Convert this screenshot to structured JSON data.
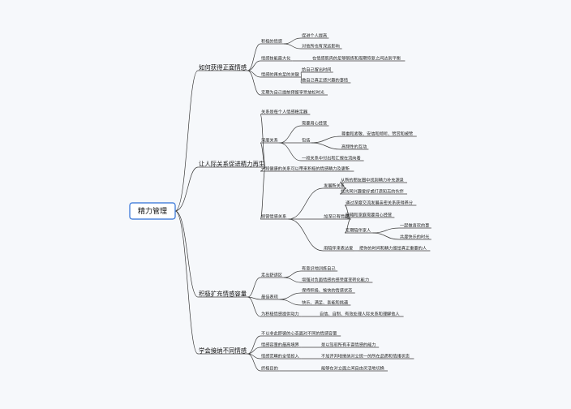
{
  "root": {
    "label": "精力管理",
    "children": [
      {
        "label": "如何获得正面情感",
        "children": [
          {
            "label": "积极的情感",
            "children": [
              {
                "label": "促进个人提高"
              },
              {
                "label": "对他所也有深远影响"
              }
            ]
          },
          {
            "label": "情感技能最大化",
            "children": [
              {
                "label": "在情感肌肉的足够锻练和周期恢复之间达到平衡"
              }
            ]
          },
          {
            "label": "情感的再充足的关键",
            "children": [
              {
                "label": "给自己留出时间"
              },
              {
                "label": "做自己真正感兴趣的事情"
              }
            ]
          },
          {
            "label": "定期为自己提前预留享受放松时光"
          }
        ]
      },
      {
        "label": "让人际关系促进精力再生",
        "children": [
          {
            "label": "关系是每个人情感稳定器"
          },
          {
            "label": "深度关系",
            "children": [
              {
                "label": "需要用心经营"
              },
              {
                "label": "包括",
                "children": [
                  {
                    "label": "尊重和素敬、安信和倾听、赞赏和被赞"
                  },
                  {
                    "label": "高频性的互动"
                  }
                ]
              },
              {
                "label": "一段关系中付出和汇报在流向着"
              }
            ]
          },
          {
            "label": "一段健康的关系可以带来积极的情感精力及更新"
          },
          {
            "label": "经营情感关系",
            "children": [
              {
                "label": "发展新关系",
                "children": [
                  {
                    "label": "从新的朋友圈中找到精力补充源泉"
                  },
                  {
                    "label": "找共同兴趣爱好或打造知志的伙伴"
                  }
                ]
              },
              {
                "label": "加深已有情感",
                "children": [
                  {
                    "label": "通过深度交流发展亲密关系获得养分"
                  },
                  {
                    "label": "暗箱和家庭需要用心经营"
                  },
                  {
                    "label": "定期陪伴家人",
                    "children": [
                      {
                        "label": "一起做喜欢的事"
                      },
                      {
                        "label": "共度快乐的时光"
                      }
                    ]
                  }
                ]
              },
              {
                "label": "用陪伴来表达爱",
                "children": [
                  {
                    "label": "把你的时间和精力留给真正重要的人"
                  }
                ]
              }
            ]
          }
        ]
      },
      {
        "label": "积极扩充情感容量",
        "children": [
          {
            "label": "走出舒适区",
            "children": [
              {
                "label": "有意识地训练自己"
              },
              {
                "label": "增强对负面情感的感受度变转化能力"
              }
            ]
          },
          {
            "label": "最佳表现",
            "children": [
              {
                "label": "保持积极、愉快的情感状态"
              },
              {
                "label": "快乐、满足、喜能和挑遇"
              }
            ]
          },
          {
            "label": "为积极情感提供动力",
            "children": [
              {
                "label": "自信、自制、有效处理人际关系和理解他人"
              }
            ]
          }
        ]
      },
      {
        "label": "学会接纳不同情感",
        "children": [
          {
            "label": "不以非此即彼的心态面对不同的情感容量"
          },
          {
            "label": "情感容量的最高境界",
            "children": [
              {
                "label": "是以驾驭所有丰富情感的能力"
              }
            ]
          },
          {
            "label": "情感范畴的全情投入",
            "children": [
              {
                "label": "不加评判地接纳对立统一的所在品质和情绪状态"
              }
            ]
          },
          {
            "label": "终极目的",
            "children": [
              {
                "label": "能够在对立面之间自由灵活地切换"
              }
            ]
          }
        ]
      }
    ]
  },
  "colors": {
    "accent": "#2d6fd6",
    "line": "#3a3a3a",
    "background": "#f6f8fb"
  }
}
